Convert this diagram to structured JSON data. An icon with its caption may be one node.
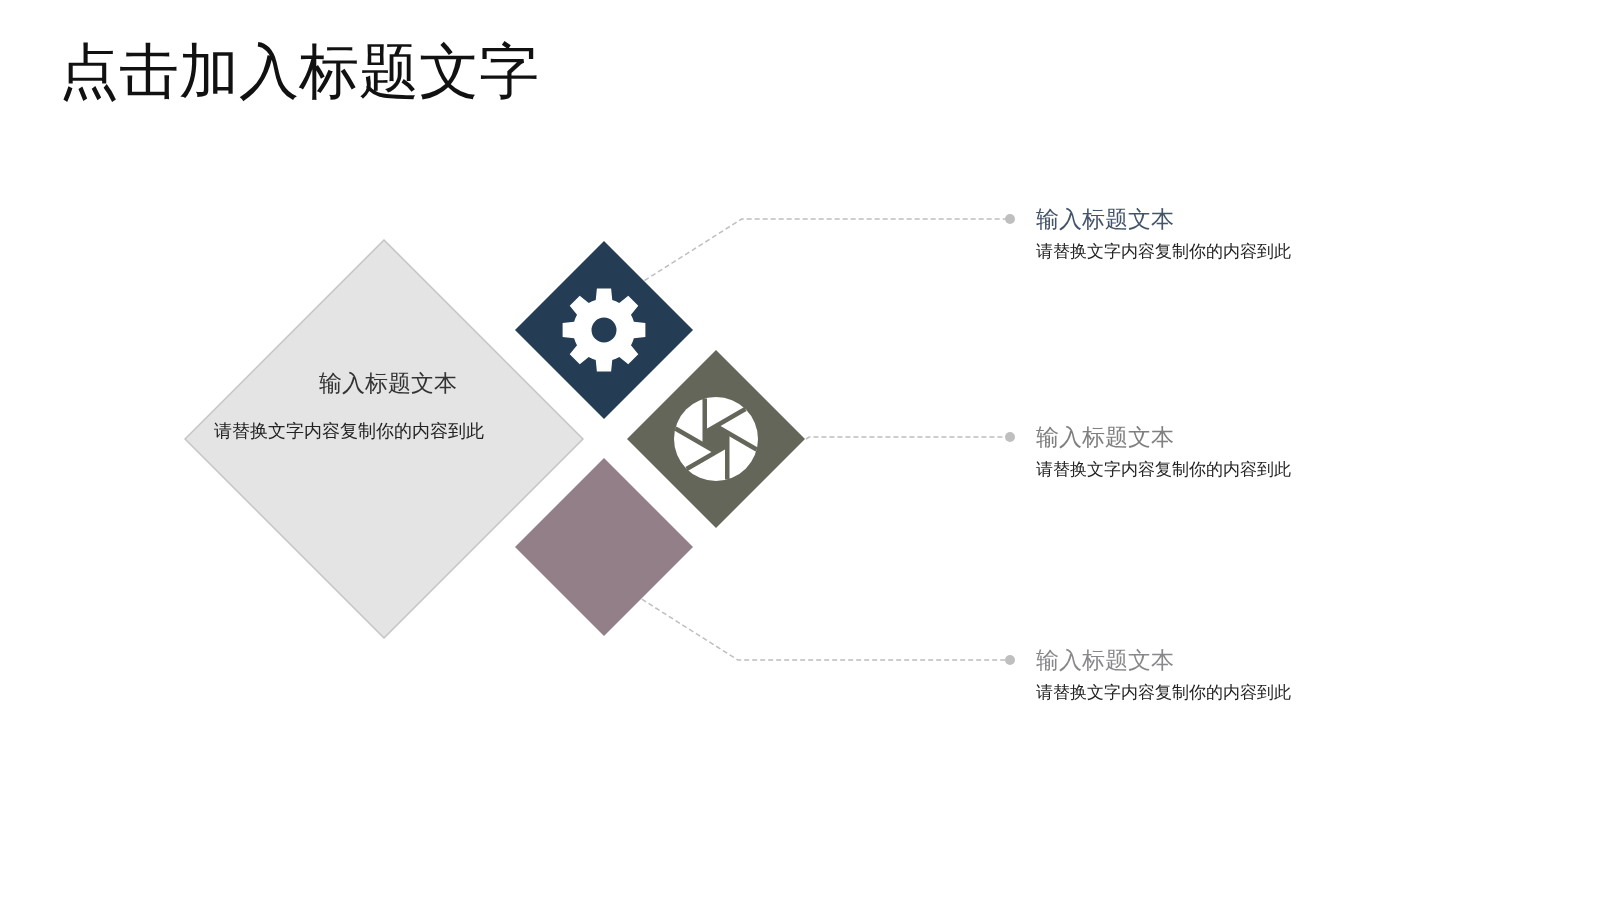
{
  "diagram": {
    "title": "点击加入标题文字",
    "nodes": [
      {
        "text": [
          "输入标题文本",
          "请替换文字内容复制你的内容到此"
        ]
      },
      {
        "text": [],
        "shape": "diamond"
      },
      {
        "text": [],
        "shape": "diamond"
      },
      {
        "text": [],
        "shape": "diamond"
      },
      {
        "text": [
          "输入标题文本",
          "请替换文字内容复制你的内容到此"
        ]
      },
      {
        "text": [
          "输入标题文本",
          "请替换文字内容复制你的内容到此"
        ]
      },
      {
        "text": [
          "输入标题文本",
          "请替换文字内容复制你的内容到此"
        ]
      }
    ],
    "edges": [
      {
        "from": 1,
        "to": 4,
        "arrow": "other",
        "style": "dashed"
      },
      {
        "from": 2,
        "to": 5,
        "arrow": "other",
        "style": "dashed"
      },
      {
        "from": 3,
        "to": 6,
        "arrow": "other",
        "style": "dashed"
      }
    ]
  }
}
